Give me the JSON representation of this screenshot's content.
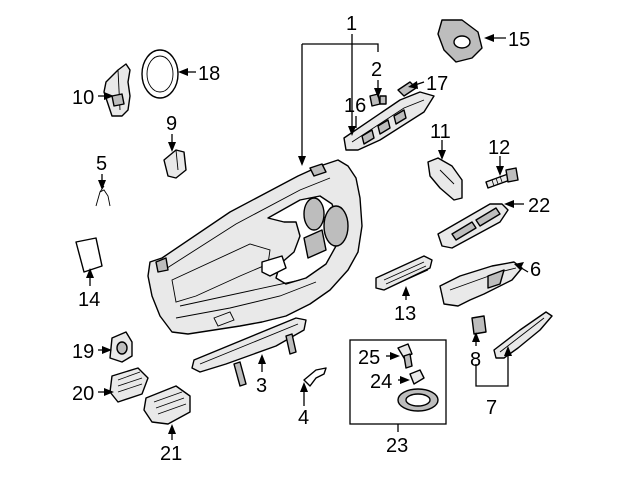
{
  "callouts": {
    "c1": "1",
    "c2": "2",
    "c3": "3",
    "c4": "4",
    "c5": "5",
    "c6": "6",
    "c7": "7",
    "c8": "8",
    "c9": "9",
    "c10": "10",
    "c11": "11",
    "c12": "12",
    "c13": "13",
    "c14": "14",
    "c15": "15",
    "c16": "16",
    "c17": "17",
    "c18": "18",
    "c19": "19",
    "c20": "20",
    "c21": "21",
    "c22": "22",
    "c23": "23",
    "c24": "24",
    "c25": "25"
  },
  "colors": {
    "line": "#000000",
    "part_fill": "#e9e9e9",
    "part_shade": "#bdbdbd",
    "background": "#ffffff"
  }
}
